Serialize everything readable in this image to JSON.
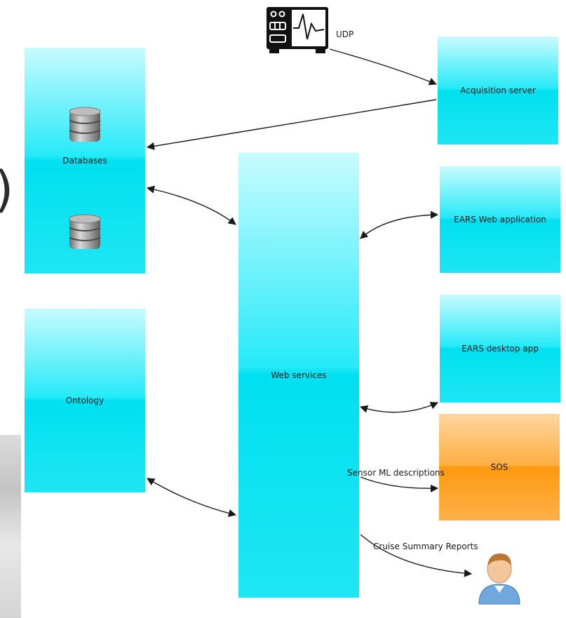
{
  "nodes": {
    "databases": "Databases",
    "ontology": "Ontology",
    "web_services": "Web services",
    "acquisition_server": "Acquisition server",
    "ears_web_application": "EARS Web application",
    "ears_desktop_app": "EARS desktop app",
    "sos": "SOS"
  },
  "edge_labels": {
    "udp": "UDP",
    "sensor_ml": "Sensor ML descriptions",
    "cruise_summary": "Cruise Summary Reports"
  },
  "colors": {
    "cyan_box": "#00e0f0",
    "orange_box": "#ff9a10",
    "arrow": "#1a1a1a"
  },
  "icons": {
    "instrument": "instrument-device-icon",
    "database": "database-icon",
    "user": "user-icon"
  }
}
